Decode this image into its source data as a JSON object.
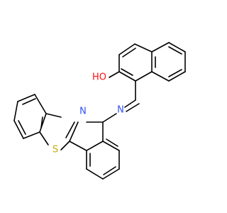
{
  "molecule": {
    "atoms": [
      {
        "symbol": "O",
        "label": "HO",
        "color": "#ff0d0d"
      },
      {
        "symbol": "N",
        "label": "N",
        "color": "#3050f8"
      },
      {
        "symbol": "N",
        "label": "N",
        "color": "#3050f8"
      },
      {
        "symbol": "S",
        "label": "S",
        "color": "#c8a800"
      }
    ]
  }
}
